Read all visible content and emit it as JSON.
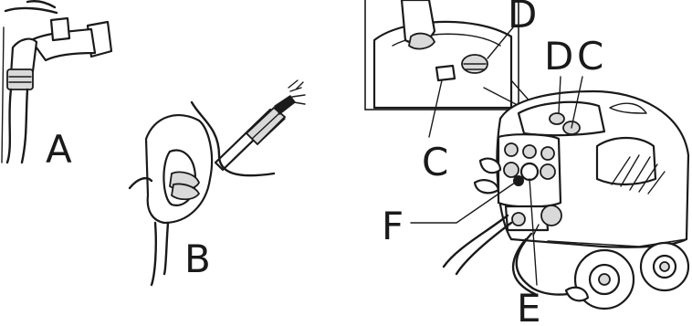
{
  "labels": {
    "faucet": "A",
    "handle": "B",
    "inset_top": "D",
    "inset_bottom": "C",
    "machine_d": "D",
    "machine_c": "C",
    "machine_f": "F",
    "machine_e": "E"
  },
  "colors": {
    "ink": "#1a1a1a",
    "paper": "#ffffff",
    "shade": "#d9d9d9"
  }
}
